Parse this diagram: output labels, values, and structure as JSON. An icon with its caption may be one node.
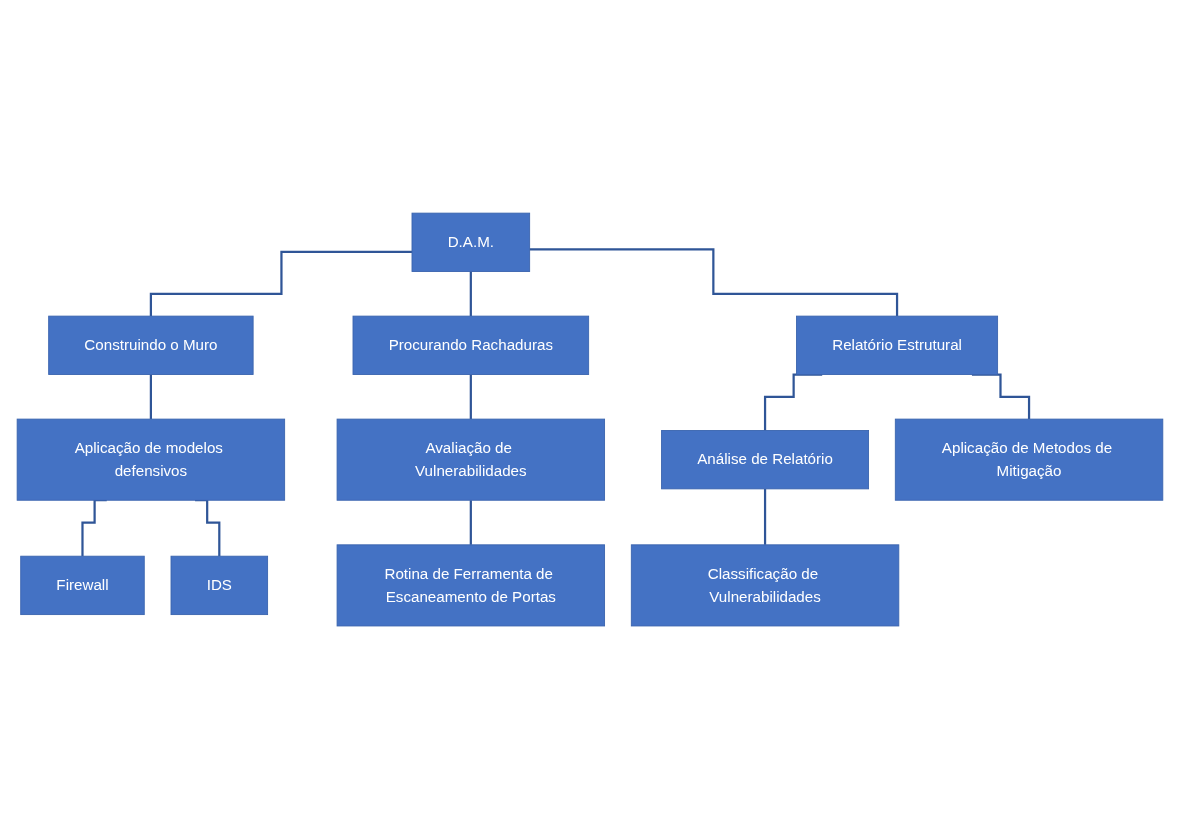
{
  "diagram": {
    "nodes": [
      {
        "text": [
          "D.A.M."
        ]
      },
      {
        "text": [
          "Construindo o Muro"
        ]
      },
      {
        "text": [
          "Procurando Rachaduras"
        ]
      },
      {
        "text": [
          "Relatório Estrutural"
        ]
      },
      {
        "text": [
          "Aplicação de modelos defensivos"
        ]
      },
      {
        "text": [
          "Avaliação de Vulnerabilidades"
        ]
      },
      {
        "text": [
          "Análise de Relatório"
        ]
      },
      {
        "text": [
          "Aplicação de Metodos de Mitigação"
        ]
      },
      {
        "text": [
          "Firewall"
        ]
      },
      {
        "text": [
          "Rotina de Ferramenta de Escaneamento de Portas"
        ]
      },
      {
        "text": [
          "Classificação de Vulnerabilidades"
        ]
      },
      {
        "text": [
          "IDS"
        ]
      }
    ],
    "edges": [
      {
        "from": 0,
        "to": 1,
        "arrow": "none"
      },
      {
        "from": 0,
        "to": 2,
        "arrow": "none"
      },
      {
        "from": 0,
        "to": 3,
        "arrow": "none"
      },
      {
        "from": 1,
        "to": 4,
        "arrow": "none"
      },
      {
        "from": 2,
        "to": 5,
        "arrow": "none"
      },
      {
        "from": 3,
        "to": 6,
        "arrow": "none"
      },
      {
        "from": 3,
        "to": 7,
        "arrow": "none"
      },
      {
        "from": 4,
        "to": 8,
        "arrow": "none"
      },
      {
        "from": 4,
        "to": 11,
        "arrow": "none"
      },
      {
        "from": 5,
        "to": 9,
        "arrow": "none"
      },
      {
        "from": 6,
        "to": 10,
        "arrow": "none"
      }
    ]
  }
}
